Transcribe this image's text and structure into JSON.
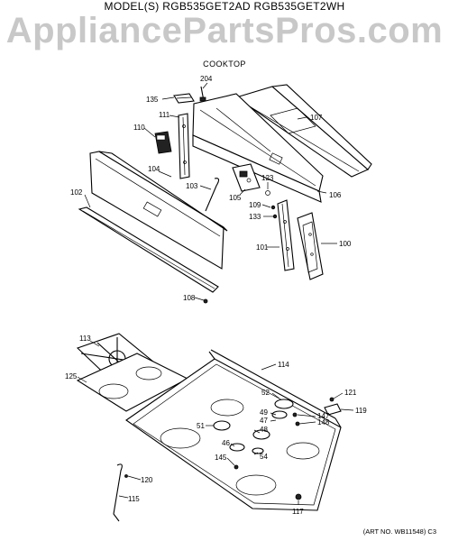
{
  "header": {
    "model": "MODEL(S) RGB535GET2AD  RGB535GET2WH",
    "watermark": "AppliancePartsPros.com",
    "section": "COOKTOP"
  },
  "footer": {
    "art_no": "(ART NO. WB11548) C3"
  },
  "callouts": [
    {
      "id": "c204",
      "label": "204"
    },
    {
      "id": "c135",
      "label": "135"
    },
    {
      "id": "c107",
      "label": "107"
    },
    {
      "id": "c111",
      "label": "111"
    },
    {
      "id": "c110",
      "label": "110"
    },
    {
      "id": "c104",
      "label": "104"
    },
    {
      "id": "c123",
      "label": "123"
    },
    {
      "id": "c103",
      "label": "103"
    },
    {
      "id": "c105",
      "label": "105"
    },
    {
      "id": "c106",
      "label": "106"
    },
    {
      "id": "c102",
      "label": "102"
    },
    {
      "id": "c109",
      "label": "109"
    },
    {
      "id": "c133",
      "label": "133"
    },
    {
      "id": "c101",
      "label": "101"
    },
    {
      "id": "c100",
      "label": "100"
    },
    {
      "id": "c108",
      "label": "108"
    },
    {
      "id": "c113",
      "label": "113"
    },
    {
      "id": "c114",
      "label": "114"
    },
    {
      "id": "c125",
      "label": "125"
    },
    {
      "id": "c52",
      "label": "52"
    },
    {
      "id": "c121",
      "label": "121"
    },
    {
      "id": "c49",
      "label": "49"
    },
    {
      "id": "c147",
      "label": "147"
    },
    {
      "id": "c119",
      "label": "119"
    },
    {
      "id": "c47",
      "label": "47"
    },
    {
      "id": "c148",
      "label": "148"
    },
    {
      "id": "c51",
      "label": "51"
    },
    {
      "id": "c48",
      "label": "48"
    },
    {
      "id": "c46",
      "label": "46"
    },
    {
      "id": "c145",
      "label": "145"
    },
    {
      "id": "c54",
      "label": "54"
    },
    {
      "id": "c120",
      "label": "120"
    },
    {
      "id": "c115",
      "label": "115"
    },
    {
      "id": "c117",
      "label": "117"
    }
  ]
}
